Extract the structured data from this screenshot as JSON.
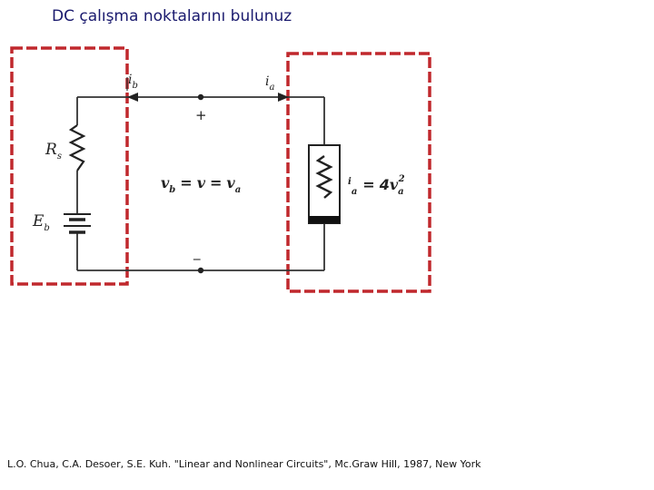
{
  "title": "DC çalışma noktalarını bulunuz",
  "circuit": {
    "left_branch": {
      "resistor": {
        "symbol": "R",
        "subscript": "s"
      },
      "source": {
        "symbol": "E",
        "subscript": "b"
      }
    },
    "currents": {
      "left": {
        "symbol": "i",
        "subscript": "b"
      },
      "right": {
        "symbol": "i",
        "subscript": "a"
      }
    },
    "polarity": {
      "plus": "+",
      "minus": "_"
    },
    "voltage_equation": {
      "v": "v",
      "b_sub": "b",
      "eq": "=",
      "v2": "v",
      "v3": "v",
      "a_sub": "a"
    },
    "nonlinear_element": {
      "i": "i",
      "i_sub": "a",
      "eq": "=",
      "coef": "4",
      "v": "v",
      "v_sub": "a",
      "exp": "2"
    },
    "highlight_color": "#c0282d"
  },
  "citation": "L.O. Chua, C.A. Desoer, S.E. Kuh. \"Linear and Nonlinear Circuits\",  Mc.Graw Hill, 1987, New York"
}
